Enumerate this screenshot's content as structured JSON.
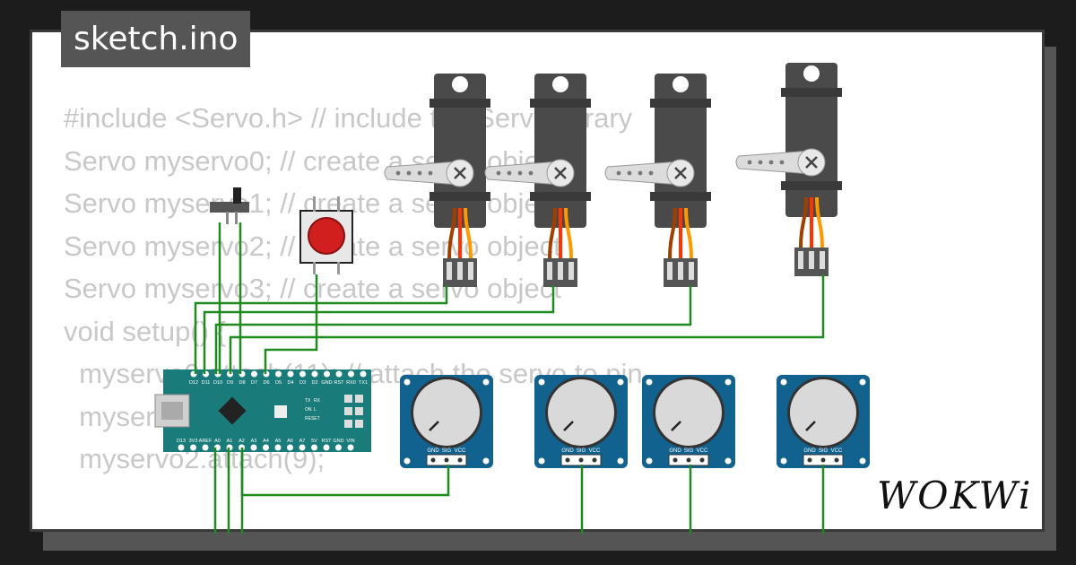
{
  "file_tab": {
    "label": "sketch.ino"
  },
  "code_lines": [
    "#include <Servo.h> // include the Servo library",
    "",
    "Servo myservo0; // create a servo object",
    "Servo myservo1; // create a servo object",
    "Servo myservo2; // create a servo object",
    "Servo myservo3; // create a servo object",
    "",
    "void setup() {",
    "  myservo0.attach(11); // attach the servo to pin",
    "  myservo1.attach(10);",
    "  myservo2.attach(9);"
  ],
  "board": {
    "top_pins": [
      "D12",
      "D11",
      "D10",
      "D9",
      "D8",
      "D7",
      "D6",
      "D5",
      "D4",
      "D3",
      "D2",
      "GND",
      "RST",
      "RX0",
      "TX1"
    ],
    "bottom_pins": [
      "D13",
      "3V3",
      "AREF",
      "A0",
      "A1",
      "A2",
      "A3",
      "A4",
      "A5",
      "A6",
      "A7",
      "5V",
      "RST",
      "GND",
      "VIN"
    ],
    "labels": [
      "TX",
      "RX",
      "ON",
      "L",
      "RESET"
    ]
  },
  "pot_pin_labels": [
    "GND",
    "SIG",
    "VCC"
  ],
  "logo": {
    "text": "WOKWi"
  },
  "colors": {
    "wire": "#1f8a1f",
    "board": "#1a7c7a",
    "pot": "#11628f",
    "servo": "#4a4a4a",
    "button": "#d11f1f"
  }
}
